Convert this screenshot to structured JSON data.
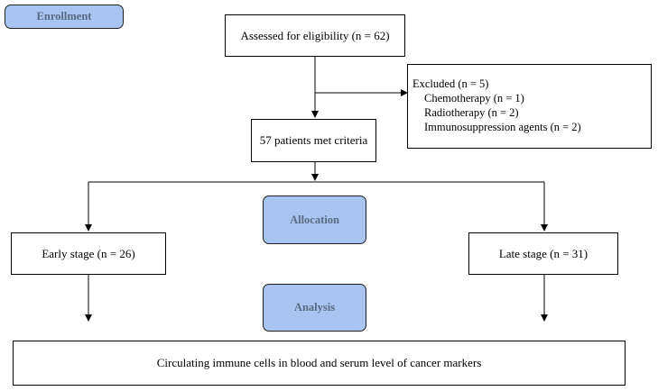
{
  "labels": {
    "enrollment": "Enrollment",
    "allocation": "Allocation",
    "analysis": "Analysis"
  },
  "boxes": {
    "assessed": "Assessed for eligibility  (n = 62)",
    "met_criteria": "57 patients  met  criteria",
    "early_stage": "Early  stage  (n = 26)",
    "late_stage": "Late stage  (n = 31)",
    "outcome": "Circulating  immune  cells  in  blood and  serum  level  of  cancer markers"
  },
  "excluded": {
    "title": "Excluded  (n = 5)",
    "items": [
      "Chemotherapy   (n = 1)",
      "Radiotherapy   (n = 2)",
      "Immunosuppression   agents   (n = 2)"
    ]
  }
}
